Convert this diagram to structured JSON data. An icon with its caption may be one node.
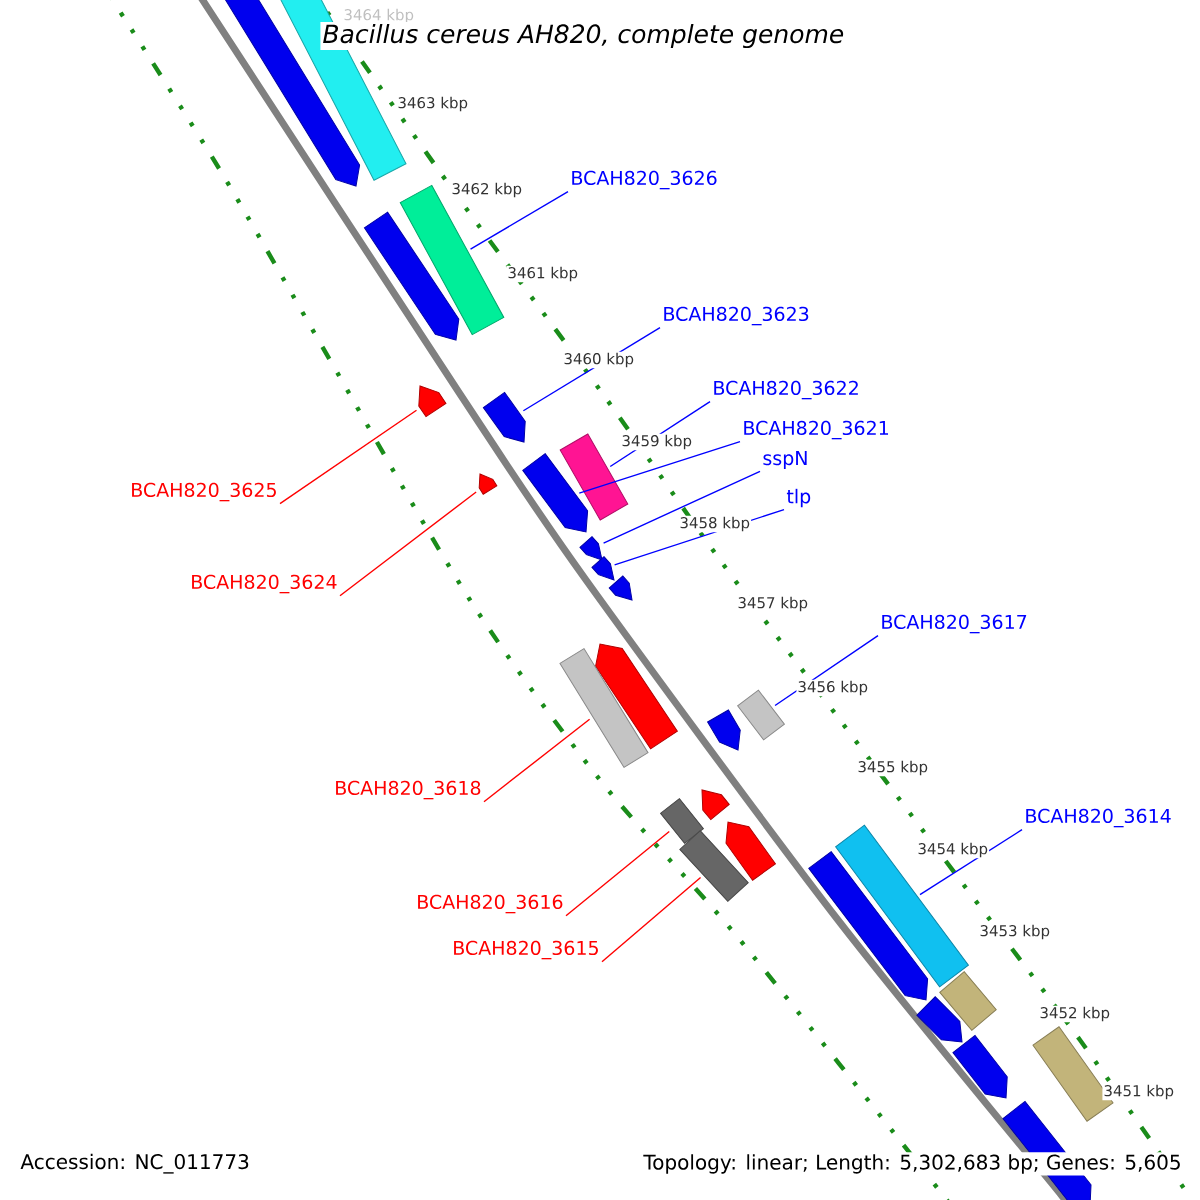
{
  "diagram": {
    "title": "Bacillus cereus AH820, complete genome",
    "nodes": [
      {
        "text": [
          "BCAH820_3626"
        ]
      },
      {
        "text": [
          "BCAH820_3623"
        ]
      },
      {
        "text": [
          "BCAH820_3622"
        ]
      },
      {
        "text": [
          "BCAH820_3621"
        ]
      },
      {
        "text": [
          "sspN"
        ]
      },
      {
        "text": [
          "BCAH820_3625"
        ]
      },
      {
        "text": [
          "tlp"
        ]
      },
      {
        "text": [
          "BCAH820_3624"
        ]
      },
      {
        "text": [
          "BCAH820_3617"
        ]
      },
      {
        "text": [
          "BCAH820_3618"
        ]
      },
      {
        "text": [
          "BCAH820_3614"
        ]
      },
      {
        "text": [
          "BCAH820_3616"
        ]
      },
      {
        "text": [
          "BCAH820_3615"
        ]
      },
      {
        "text": [],
        "shape": "bar"
      },
      {
        "text": [],
        "shape": "pentagon"
      },
      {
        "text": [],
        "shape": "bar"
      },
      {
        "text": [],
        "shape": "pentagon"
      },
      {
        "text": [],
        "shape": "pentagon"
      },
      {
        "text": [],
        "shape": "pentagon"
      },
      {
        "text": [],
        "shape": "bar"
      },
      {
        "text": [],
        "shape": "pentagon"
      },
      {
        "text": [],
        "shape": "pentagon"
      },
      {
        "text": [],
        "shape": "pentagon"
      },
      {
        "text": [],
        "shape": "pentagon"
      },
      {
        "text": [],
        "shape": "pentagon"
      },
      {
        "text": [],
        "shape": "pentagon"
      },
      {
        "text": [],
        "shape": "bar"
      },
      {
        "text": [],
        "shape": "bar"
      },
      {
        "text": [],
        "shape": "pentagon"
      },
      {
        "text": [],
        "shape": "pentagon"
      },
      {
        "text": [],
        "shape": "bar"
      },
      {
        "text": [],
        "shape": "pentagon"
      },
      {
        "text": [],
        "shape": "bar"
      },
      {
        "text": [],
        "shape": "bar"
      },
      {
        "text": [],
        "shape": "pentagon"
      },
      {
        "text": [],
        "shape": "bar"
      },
      {
        "text": [],
        "shape": "pentagon"
      },
      {
        "text": [],
        "shape": "pentagon"
      },
      {
        "text": [],
        "shape": "bar"
      },
      {
        "text": [],
        "shape": "pentagon"
      }
    ],
    "edges": [
      {
        "from": 0,
        "to": 15,
        "arrow": "none"
      },
      {
        "from": 1,
        "to": 18,
        "arrow": "none"
      },
      {
        "from": 2,
        "to": 19,
        "arrow": "none"
      },
      {
        "from": 3,
        "to": 21,
        "arrow": "none"
      },
      {
        "from": 4,
        "to": 22,
        "arrow": "none"
      },
      {
        "from": 5,
        "to": 17,
        "arrow": "none",
        "color": "#ff0000"
      },
      {
        "from": 6,
        "to": 23,
        "arrow": "none"
      },
      {
        "from": 7,
        "to": 20,
        "arrow": "none",
        "color": "#ff0000"
      },
      {
        "from": 8,
        "to": 27,
        "arrow": "none"
      },
      {
        "from": 9,
        "to": 26,
        "arrow": "none",
        "color": "#ff0000"
      },
      {
        "from": 10,
        "to": 33,
        "arrow": "none"
      },
      {
        "from": 11,
        "to": 30,
        "arrow": "none",
        "color": "#ff0000"
      },
      {
        "from": 12,
        "to": 32,
        "arrow": "none",
        "color": "#ff0000"
      }
    ],
    "labels": [
      "3464 kbp",
      "3463 kbp",
      "3462 kbp",
      "3461 kbp",
      "3460 kbp",
      "3459 kbp",
      "3458 kbp",
      "3457 kbp",
      "3456 kbp",
      "3455 kbp",
      "3454 kbp",
      "3453 kbp",
      "3452 kbp",
      "3451 kbp",
      "Accession: NC_011773",
      "Topology: linear; Length: 5,302,683 bp; Genes: 5,605"
    ]
  }
}
